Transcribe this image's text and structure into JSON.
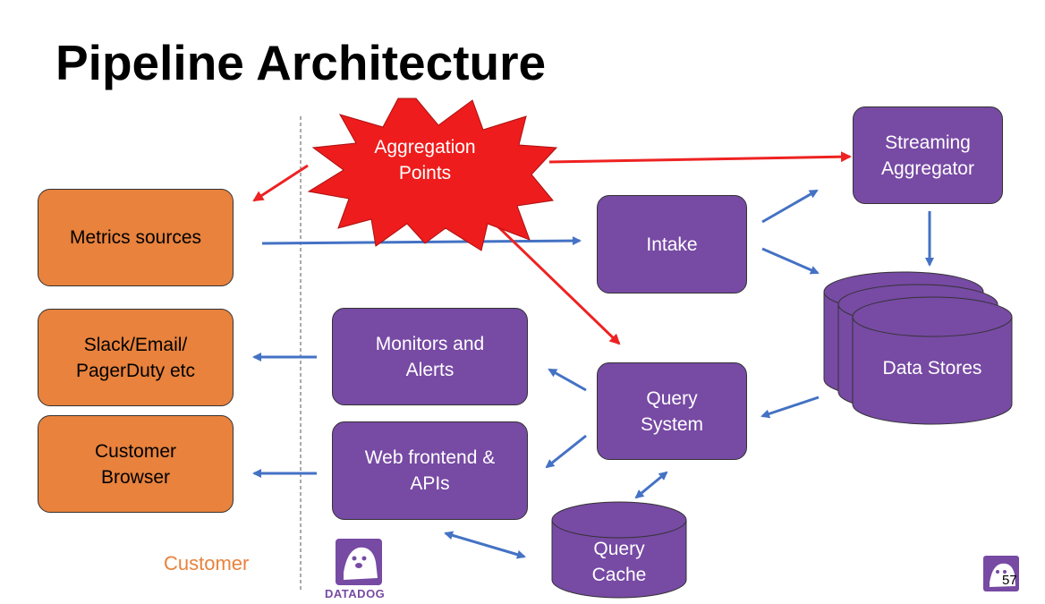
{
  "title": "Pipeline Architecture",
  "burst_label": "Aggregation\nPoints",
  "customer_label": "Customer",
  "page_number": "57",
  "logo_text": "DATADOG",
  "nodes": {
    "metrics_sources": "Metrics sources",
    "slack_email": "Slack/Email/\nPagerDuty etc",
    "customer_browser": "Customer\nBrowser",
    "monitors_alerts": "Monitors and\nAlerts",
    "web_frontend": "Web frontend &\nAPIs",
    "intake": "Intake",
    "query_system": "Query\nSystem",
    "streaming_aggregator": "Streaming\nAggregator",
    "data_stores": "Data Stores",
    "query_cache": "Query\nCache"
  },
  "colors": {
    "customer_box": "#E8823D",
    "service_box": "#774AA4",
    "data_arrow": "#4472C4",
    "aggregation_arrow": "#EE2222",
    "burst": "#EE1C1C"
  },
  "icons": [
    "datadog-dog-icon"
  ]
}
